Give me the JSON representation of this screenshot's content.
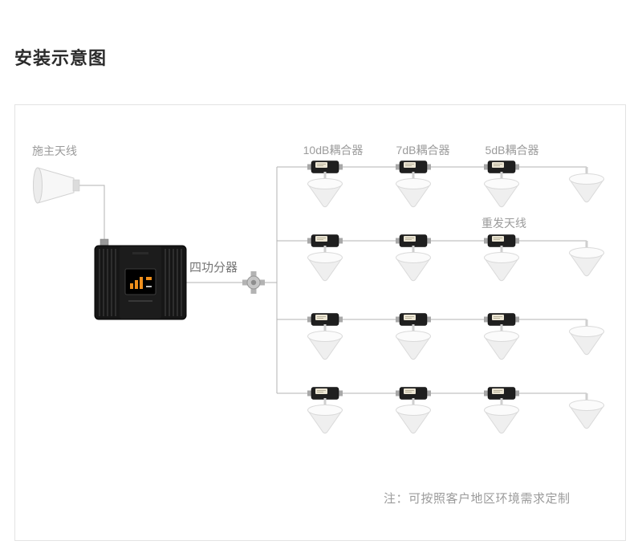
{
  "page": {
    "title": "安装示意图"
  },
  "diagram": {
    "donor_antenna_label": "施主天线",
    "splitter_label": "四功分器",
    "coupler_labels": [
      "10dB耦合器",
      "7dB耦合器",
      "5dB耦合器"
    ],
    "retransmit_antenna_label": "重发天线",
    "note": "注：可按照客户地区环境需求定制",
    "grid": {
      "rows": 4,
      "antennas_per_row": 4,
      "couplers_per_row": 3
    },
    "colors": {
      "line": "#b3b3b3",
      "label_text": "#9b9b9b",
      "device_body": "#161616",
      "screen_accent": "#ef8f1c",
      "frame_border": "#e3e3e3"
    }
  }
}
